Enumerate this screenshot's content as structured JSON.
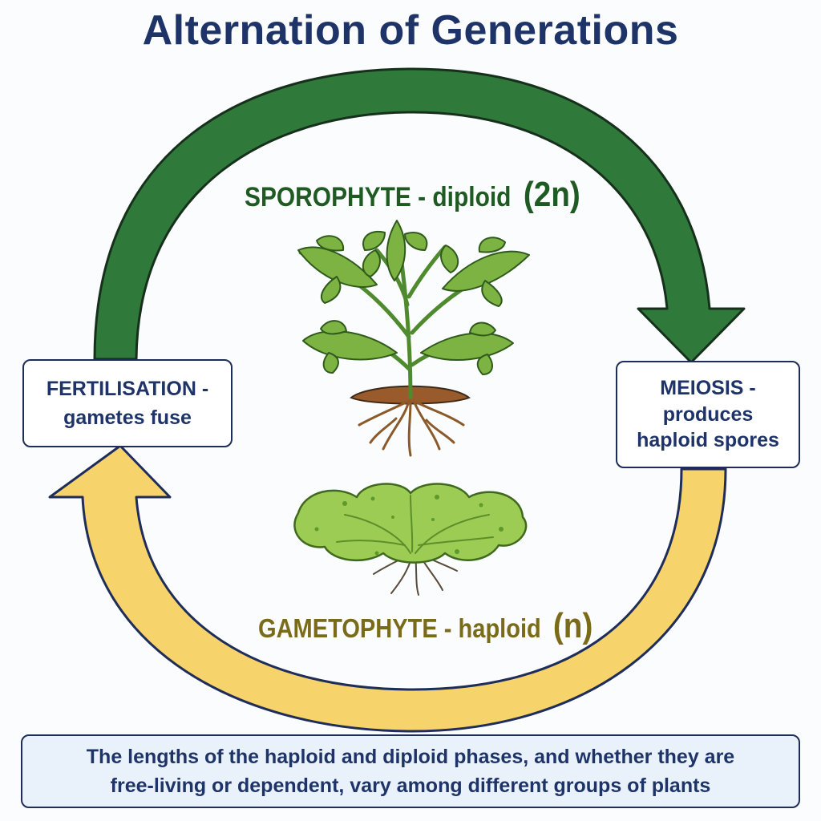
{
  "title": "Alternation of Generations",
  "sporophyte": {
    "label": "SPOROPHYTE - diploid",
    "ploidy": "(2n)"
  },
  "gametophyte": {
    "label": "GAMETOPHYTE - haploid",
    "ploidy": "(n)"
  },
  "fertilisation_box": {
    "line1": "FERTILISATION -",
    "line2": "gametes fuse"
  },
  "meiosis_box": {
    "line1": "MEIOSIS -",
    "line2": "produces",
    "line3": "haploid spores"
  },
  "note": {
    "line1": "The lengths of the haploid and diploid phases, and whether they are",
    "line2": "free-living or dependent, vary among different groups of plants"
  },
  "colors": {
    "title": "#1e3468",
    "sporophyte_arrow": "#2f7a3a",
    "gametophyte_arrow": "#f6d46b",
    "sporophyte_text": "#1f5a23",
    "gametophyte_text": "#7a6b1a",
    "note_background": "#e9f1fb"
  },
  "icons": {
    "sporophyte": "fern-plant-icon",
    "gametophyte": "thallus-icon"
  }
}
